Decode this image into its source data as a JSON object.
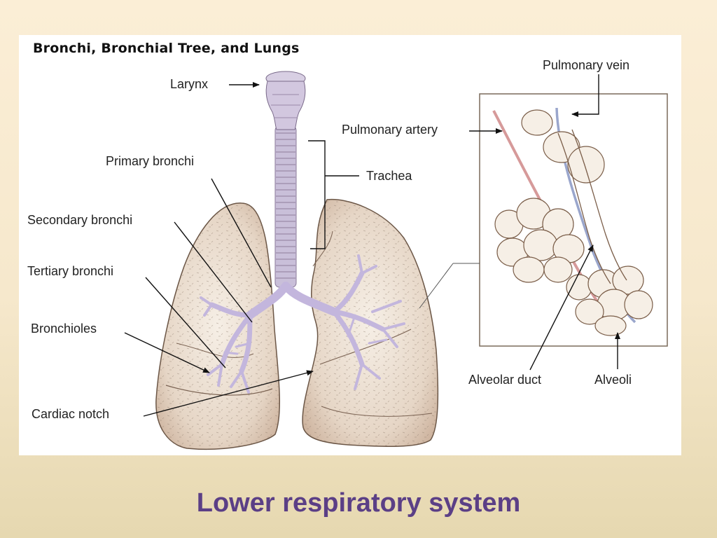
{
  "diagram": {
    "title": "Bronchi, Bronchial Tree, and Lungs",
    "labels": {
      "larynx": "Larynx",
      "primary_bronchi": "Primary bronchi",
      "secondary_bronchi": "Secondary bronchi",
      "tertiary_bronchi": "Tertiary bronchi",
      "bronchioles": "Bronchioles",
      "cardiac_notch": "Cardiac notch",
      "trachea": "Trachea",
      "pulmonary_vein": "Pulmonary vein",
      "pulmonary_artery": "Pulmonary artery",
      "alveolar_duct": "Alveolar duct",
      "alveoli": "Alveoli"
    }
  },
  "slide": {
    "title": "Lower respiratory system"
  }
}
